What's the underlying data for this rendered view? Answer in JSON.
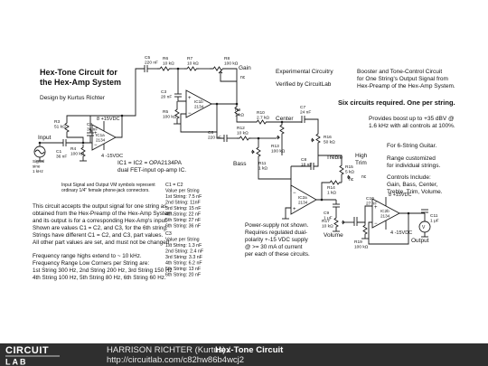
{
  "title": "Hex-Tone Circuit for\nthe Hex-Amp System",
  "design_by": "Design by Kurtus Richter",
  "experimental": "Experimental Circuitry",
  "verified": "Verified by CircuitLab",
  "booster_desc": "Booster and Tone-Control Circuit\nfor One String's Output Signal from\nHex-Preamp of the Hex-Amp System.",
  "six_circuits": "Six circuits required. One per string.",
  "provides_boost": "Provides boost up to +35 dBV @\n1.6 kHz with all controls at 100%.",
  "for_guitar": "For 6-String Guitar.",
  "range_customized": "Range customized\nfor individual strings.",
  "controls_include": "Controls Include:\nGain, Bass, Center,\nTreble, Trim, Volume.",
  "ic_note": "IC1 = IC2 = OPA2134PA\ndual FET-input op-amp IC.",
  "input_note": "Input Signal and Output VM symbols represent\nordinary 1/4\" female phone-jack connectors.",
  "description": "This circuit accepts the output signal for one string as\nobtained from the Hex-Preamp of the Hex-Amp System,\nand its output is for a corresponding Hex-Amp's input.\nShown are values C1 = C2, and C3, for the 6th string.\nStrings have different C1 = C2, and C3, part values.\nAll other part values are set, and must not be changed.",
  "frequency": "Frequency range highs extend to ~ 10 kHz.\nFrequency Range Low Corners per String are:\n1st String 300 Hz, 2nd String 200 Hz, 3rd String 150 Hz\n4th String 100 Hz, 5th String 80 Hz, 6th String 60 Hz.",
  "c1c2_table": "C1 = C2\nValue per String\n1st String: 7.5 nF\n2nd String: 11nF\n3rd String: 15 nF\n4th String: 22 nF\n5th String: 27 nF\n6th String: 36 nF",
  "c3_table": "C3\nValue per String\n1st String: 1.3 nF\n2nd String: 2.4 nF\n3rd String: 3.3 nF\n4th String: 6.2 nF\n5th String: 13 nF\n6th String: 20 nF",
  "power_note": "Power-supply not shown.\nRequires regulated dual-\npolarity +-15 VDC supply\n@ >= 30 mA of current\nper each of these circuits.",
  "labels": {
    "gain": "Gain",
    "center": "Center",
    "bass": "Bass",
    "treble": "Treble",
    "high_trim": "High\nTrim",
    "volume": "Volume",
    "output": "Output",
    "input": "Input",
    "signal": "Signal\nsine\n1 kHz",
    "nc1": "nc",
    "nc2": "nc",
    "nc3": "nc",
    "plus15_1": "8  +15VDC",
    "minus15_1": "4  -15VDC",
    "plus15_2": "8  +15VDC",
    "minus15_2": "4  -15VDC",
    "ic1a": "IC1a\n2134",
    "ic1b": "IC1b\n2134",
    "ic2a": "IC2a\n2134",
    "ic2b": "IC2b\n2134"
  },
  "parts": {
    "c5": "C5\n220 nF",
    "r6": "R6\n10 kΩ",
    "r7": "R7\n10 kΩ",
    "r8": "R8\n100 kΩ",
    "r3": "R3\n51 kΩ",
    "c2": "C2\n36 nF",
    "c1": "C1\n36 nF",
    "r4": "R4\n100 kΩ",
    "c3": "C3\n20 nF",
    "r5": "R5\n100 kΩ",
    "r9": "R9\n1 kΩ",
    "r10": "R10\n2.7 kΩ",
    "c7": "C7\n24 nF",
    "c6": "C6\n220 nF",
    "r12": "R12\n10 kΩ",
    "r13": "R13\n100 kΩ",
    "r11": "R11\n1 kΩ",
    "r14": "R14\n1 kΩ",
    "r16": "R16\n50 kΩ",
    "c8": "C8\n18 nF",
    "r15": "R15\n5 kΩ",
    "c9": "C9\n1 μF",
    "c10": "C10\n27 nF",
    "r17": "R17\n10 kΩ",
    "r19": "R19\n100 kΩ",
    "c11": "C11\n1 μF"
  },
  "footer": {
    "logo_top": "CIRCUIT",
    "logo_bottom": "LAB",
    "author": "HARRISON RICHTER (Kurtus) /",
    "circuit_name": "Hex-Tone Circuit",
    "url": "http://circuitlab.com/c82hw86b4wcj2"
  },
  "colors": {
    "footer_bg": "#2f2f2f",
    "footer_text": "#e8e8e8",
    "ink": "#1a1a1a"
  }
}
